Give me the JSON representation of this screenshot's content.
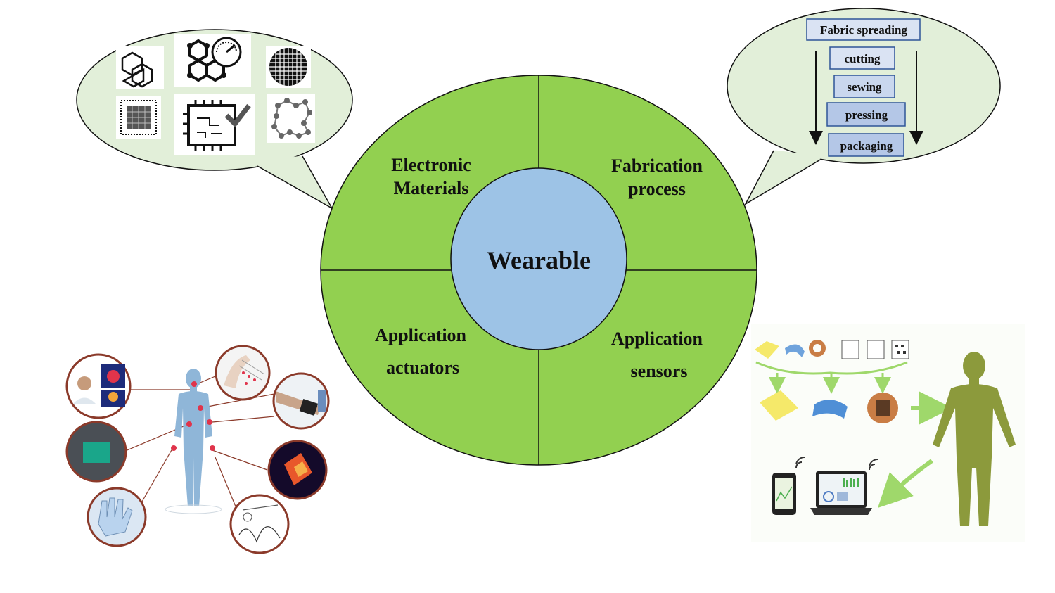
{
  "center": {
    "label": "Wearable"
  },
  "quadrants": {
    "top_left": {
      "line1": "Electronic",
      "line2": "Materials"
    },
    "top_right": {
      "line1": "Fabrication",
      "line2": "process"
    },
    "bottom_left": {
      "line1": "Application",
      "line2": "actuators"
    },
    "bottom_right": {
      "line1": "Application",
      "line2": "sensors"
    }
  },
  "fabrication_steps": [
    "Fabric spreading",
    "cutting",
    "sewing",
    "pressing",
    "packaging"
  ],
  "colors": {
    "wheel_green": "#92d050",
    "center_blue": "#9dc3e6",
    "bubble_fill": "#e2efd9",
    "step_box_fill": "#dae3f3",
    "step_box_fill_dark": "#b4c7e7",
    "step_box_border": "#2e5597",
    "human_body_olive": "#8c9a3c",
    "human_body_blue": "#8fb6d8",
    "arrow_green": "#9fd86b",
    "marker_red": "#e0344b"
  },
  "icons": {
    "materials": [
      "benzene-ring-icon",
      "graphene-gauge-icon",
      "mesh-disc-icon",
      "chip-grid-icon",
      "circuit-chip-check-icon",
      "molecule-ring-icon"
    ],
    "actuators_illustration": "human-body-actuators-illustration",
    "sensors_illustration": "human-body-sensors-illustration"
  }
}
